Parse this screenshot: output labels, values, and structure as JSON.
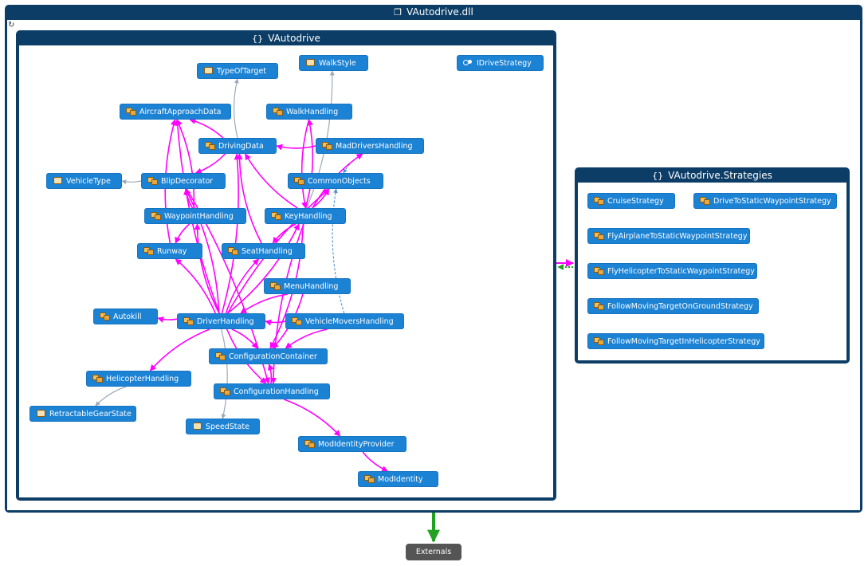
{
  "assembly": {
    "title": "VAutodrive.dll",
    "icon": "assembly-icon"
  },
  "namespaces": [
    {
      "id": "ns-main",
      "title": "VAutodrive",
      "icon": "namespace-icon"
    },
    {
      "id": "ns-strategies",
      "title": "VAutodrive.Strategies",
      "icon": "namespace-icon"
    }
  ],
  "nodes": {
    "WalkStyle": {
      "label": "WalkStyle",
      "kind": "enum"
    },
    "IDriveStrategy": {
      "label": "IDriveStrategy",
      "kind": "interface"
    },
    "TypeOfTarget": {
      "label": "TypeOfTarget",
      "kind": "enum"
    },
    "AircraftApproachData": {
      "label": "AircraftApproachData",
      "kind": "class"
    },
    "WalkHandling": {
      "label": "WalkHandling",
      "kind": "class"
    },
    "DrivingData": {
      "label": "DrivingData",
      "kind": "class"
    },
    "MadDriversHandling": {
      "label": "MadDriversHandling",
      "kind": "class"
    },
    "VehicleType": {
      "label": "VehicleType",
      "kind": "enum"
    },
    "BlipDecorator": {
      "label": "BlipDecorator",
      "kind": "class"
    },
    "CommonObjects": {
      "label": "CommonObjects",
      "kind": "class"
    },
    "WaypointHandling": {
      "label": "WaypointHandling",
      "kind": "class"
    },
    "KeyHandling": {
      "label": "KeyHandling",
      "kind": "class"
    },
    "Runway": {
      "label": "Runway",
      "kind": "class"
    },
    "SeatHandling": {
      "label": "SeatHandling",
      "kind": "class"
    },
    "MenuHandling": {
      "label": "MenuHandling",
      "kind": "class"
    },
    "Autokill": {
      "label": "Autokill",
      "kind": "class"
    },
    "DriverHandling": {
      "label": "DriverHandling",
      "kind": "class"
    },
    "VehicleMoversHandling": {
      "label": "VehicleMoversHandling",
      "kind": "class"
    },
    "ConfigurationContainer": {
      "label": "ConfigurationContainer",
      "kind": "class"
    },
    "HelicopterHandling": {
      "label": "HelicopterHandling",
      "kind": "class"
    },
    "ConfigurationHandling": {
      "label": "ConfigurationHandling",
      "kind": "class"
    },
    "RetractableGearState": {
      "label": "RetractableGearState",
      "kind": "enum"
    },
    "SpeedState": {
      "label": "SpeedState",
      "kind": "enum"
    },
    "ModIdentityProvider": {
      "label": "ModIdentityProvider",
      "kind": "class"
    },
    "ModIdentity": {
      "label": "ModIdentity",
      "kind": "class"
    },
    "CruiseStrategy": {
      "label": "CruiseStrategy",
      "kind": "class"
    },
    "DriveToStaticWaypointStrategy": {
      "label": "DriveToStaticWaypointStrategy",
      "kind": "class"
    },
    "FlyAirplaneToStaticWaypointStrategy": {
      "label": "FlyAirplaneToStaticWaypointStrategy",
      "kind": "class"
    },
    "FlyHelicopterToStaticWaypointStrategy": {
      "label": "FlyHelicopterToStaticWaypointStrategy",
      "kind": "class"
    },
    "FollowMovingTargetOnGroundStrategy": {
      "label": "FollowMovingTargetOnGroundStrategy",
      "kind": "class"
    },
    "FollowMovingTargetInHelicopterStrategy": {
      "label": "FollowMovingTargetInHelicopterStrategy",
      "kind": "class"
    }
  },
  "edges": [
    {
      "from": "DrivingData",
      "to": "TypeOfTarget",
      "type": "gray"
    },
    {
      "from": "KeyHandling",
      "to": "WalkStyle",
      "type": "gray"
    },
    {
      "from": "BlipDecorator",
      "to": "VehicleType",
      "type": "gray"
    },
    {
      "from": "HelicopterHandling",
      "to": "RetractableGearState",
      "type": "gray"
    },
    {
      "from": "DriverHandling",
      "to": "SpeedState",
      "type": "gray"
    },
    {
      "from": "MadDriversHandling",
      "to": "CommonObjects",
      "type": "dashed"
    },
    {
      "from": "VehicleMoversHandling",
      "to": "CommonObjects",
      "type": "dashed"
    },
    {
      "from": "DrivingData",
      "to": "AircraftApproachData",
      "type": "dep"
    },
    {
      "from": "DrivingData",
      "to": "BlipDecorator",
      "type": "dep"
    },
    {
      "from": "WaypointHandling",
      "to": "AircraftApproachData",
      "type": "dep"
    },
    {
      "from": "WaypointHandling",
      "to": "BlipDecorator",
      "type": "dep"
    },
    {
      "from": "WaypointHandling",
      "to": "Runway",
      "type": "dep"
    },
    {
      "from": "Runway",
      "to": "AircraftApproachData",
      "type": "dep"
    },
    {
      "from": "KeyHandling",
      "to": "WalkHandling",
      "type": "dep"
    },
    {
      "from": "KeyHandling",
      "to": "DrivingData",
      "type": "dep"
    },
    {
      "from": "KeyHandling",
      "to": "SeatHandling",
      "type": "dep"
    },
    {
      "from": "KeyHandling",
      "to": "MadDriversHandling",
      "type": "dep"
    },
    {
      "from": "KeyHandling",
      "to": "CommonObjects",
      "type": "dep"
    },
    {
      "from": "KeyHandling",
      "to": "ConfigurationContainer",
      "type": "dep"
    },
    {
      "from": "KeyHandling",
      "to": "ConfigurationHandling",
      "type": "dep"
    },
    {
      "from": "SeatHandling",
      "to": "DrivingData",
      "type": "dep"
    },
    {
      "from": "DriverHandling",
      "to": "DrivingData",
      "type": "dep"
    },
    {
      "from": "DriverHandling",
      "to": "AircraftApproachData",
      "type": "dep"
    },
    {
      "from": "DriverHandling",
      "to": "BlipDecorator",
      "type": "dep"
    },
    {
      "from": "DriverHandling",
      "to": "WaypointHandling",
      "type": "dep"
    },
    {
      "from": "DriverHandling",
      "to": "Runway",
      "type": "dep"
    },
    {
      "from": "DriverHandling",
      "to": "SeatHandling",
      "type": "dep"
    },
    {
      "from": "DriverHandling",
      "to": "KeyHandling",
      "type": "dep"
    },
    {
      "from": "DriverHandling",
      "to": "Autokill",
      "type": "dep"
    },
    {
      "from": "DriverHandling",
      "to": "HelicopterHandling",
      "type": "dep"
    },
    {
      "from": "DriverHandling",
      "to": "ConfigurationContainer",
      "type": "dep"
    },
    {
      "from": "DriverHandling",
      "to": "ConfigurationHandling",
      "type": "dep"
    },
    {
      "from": "DriverHandling",
      "to": "CommonObjects",
      "type": "dep"
    },
    {
      "from": "MenuHandling",
      "to": "DriverHandling",
      "type": "dep"
    },
    {
      "from": "MenuHandling",
      "to": "ConfigurationContainer",
      "type": "dep"
    },
    {
      "from": "VehicleMoversHandling",
      "to": "ConfigurationContainer",
      "type": "dep"
    },
    {
      "from": "VehicleMoversHandling",
      "to": "DriverHandling",
      "type": "dep"
    },
    {
      "from": "ConfigurationHandling",
      "to": "ConfigurationContainer",
      "type": "dep"
    },
    {
      "from": "ConfigurationHandling",
      "to": "ModIdentityProvider",
      "type": "dep"
    },
    {
      "from": "ModIdentityProvider",
      "to": "ModIdentity",
      "type": "dep"
    },
    {
      "from": "MadDriversHandling",
      "to": "DrivingData",
      "type": "dep"
    },
    {
      "from": "WalkHandling",
      "to": "KeyHandling",
      "type": "dep"
    },
    {
      "from": "BlipDecorator",
      "to": "ConfigurationHandling",
      "type": "dep"
    }
  ],
  "cross_edges": [
    {
      "from": "ns-main",
      "to": "ns-strategies",
      "type": "dep"
    },
    {
      "from": "ns-strategies",
      "to": "ns-main",
      "type": "green-dashed"
    }
  ],
  "externals": {
    "label": "Externals"
  },
  "colors": {
    "container": "#0c3d66",
    "node": "#1b82d4",
    "dep_edge": "#ff00ff",
    "gray_edge": "#9aaab8",
    "green_edge": "#22a022",
    "externals": "#555555"
  }
}
